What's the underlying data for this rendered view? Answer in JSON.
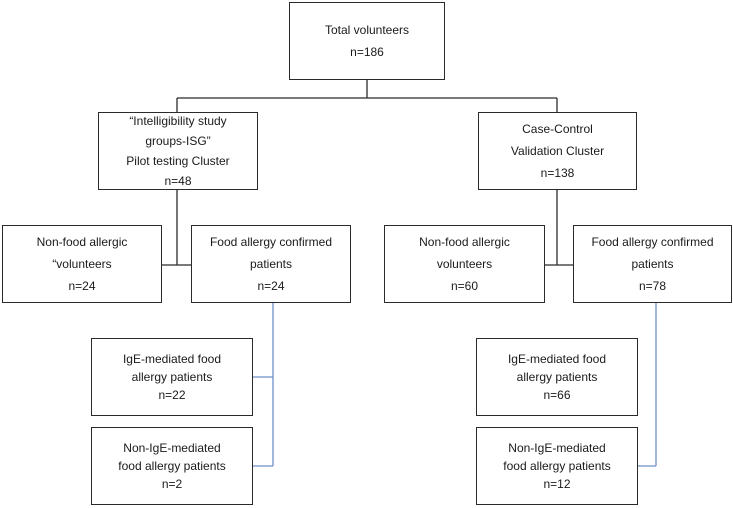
{
  "diagram": {
    "total": {
      "title": "Total volunteers",
      "count": "n=186"
    },
    "isg": {
      "line1": "“Intelligibility study",
      "line2": "groups-ISG”",
      "line3": "Pilot testing Cluster",
      "count": "n=48"
    },
    "case_control": {
      "line1": "Case-Control",
      "line2": "Validation Cluster",
      "count": "n=138"
    },
    "left_non_food": {
      "line1": "Non-food allergic",
      "line2": "“volunteers",
      "count": "n=24"
    },
    "left_food_allergy": {
      "line1": "Food allergy confirmed",
      "line2": "patients",
      "count": "n=24"
    },
    "right_non_food": {
      "line1": "Non-food allergic",
      "line2": "volunteers",
      "count": "n=60"
    },
    "right_food_allergy": {
      "line1": "Food allergy confirmed",
      "line2": "patients",
      "count": "n=78"
    },
    "left_ige": {
      "line1": "IgE-mediated food",
      "line2": "allergy patients",
      "count": "n=22"
    },
    "left_non_ige": {
      "line1": "Non-IgE-mediated",
      "line2": "food allergy patients",
      "count": "n=2"
    },
    "right_ige": {
      "line1": "IgE-mediated food",
      "line2": "allergy patients",
      "count": "n=66"
    },
    "right_non_ige": {
      "line1": "Non-IgE-mediated",
      "line2": "food allergy patients",
      "count": "n=12"
    }
  },
  "colors": {
    "black_connector": "#2b2b2b",
    "blue_connector": "#6f8fc8",
    "box_border": "#2b2b2b"
  }
}
